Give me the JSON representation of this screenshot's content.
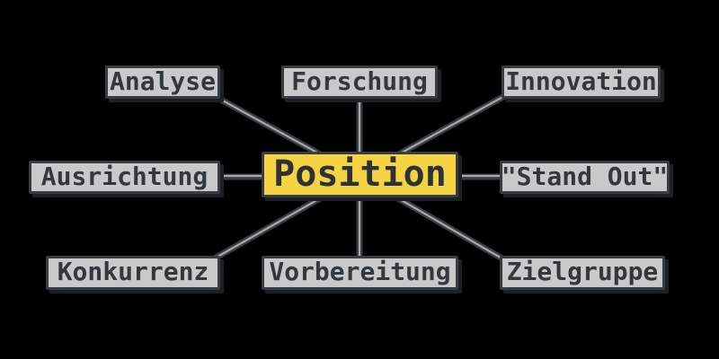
{
  "diagram": {
    "type": "mindmap",
    "center": {
      "label": "Position"
    },
    "nodes": [
      {
        "id": "analyse",
        "label": "Analyse"
      },
      {
        "id": "forschung",
        "label": "Forschung"
      },
      {
        "id": "innovation",
        "label": "Innovation"
      },
      {
        "id": "ausrichtung",
        "label": "Ausrichtung"
      },
      {
        "id": "stand-out",
        "label": "\"Stand Out\""
      },
      {
        "id": "konkurrenz",
        "label": "Konkurrenz"
      },
      {
        "id": "vorbereitung",
        "label": "Vorbereitung"
      },
      {
        "id": "zielgruppe",
        "label": "Zielgruppe"
      }
    ],
    "colors": {
      "background": "#000000",
      "node_fill": "#c9c9c9",
      "center_fill": "#f5d342",
      "node_border": "#383d42",
      "node_text": "#33383d",
      "connector_casing": "#3a3e43",
      "connector_core": "#a9a9a9",
      "node_shadow": "#1d2125"
    }
  }
}
